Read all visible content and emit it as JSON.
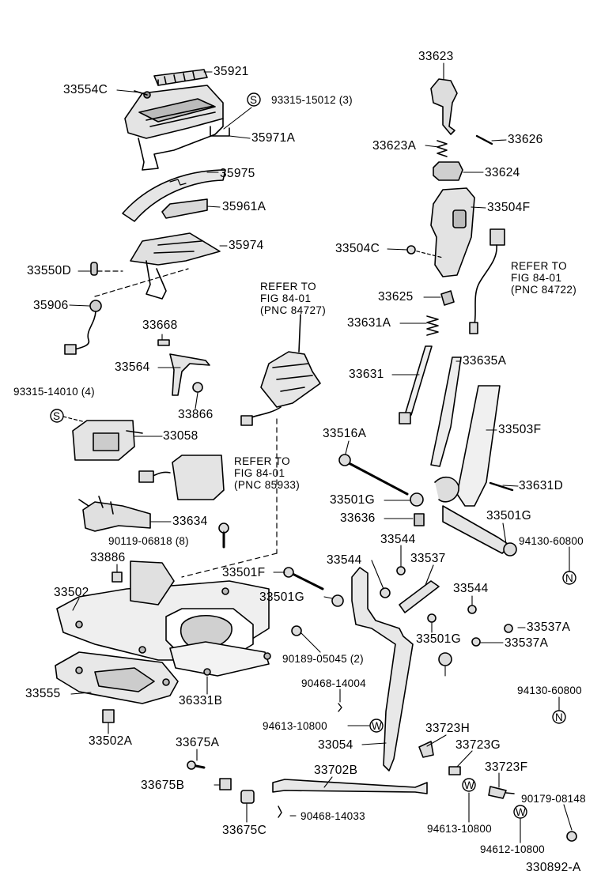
{
  "diagram": {
    "figure_code": "330892-A",
    "part_labels": [
      "33623",
      "35921",
      "33554C",
      "93315-15012 (3)",
      "35971A",
      "33626",
      "33623A",
      "33624",
      "35975",
      "35961A",
      "33504F",
      "33504C",
      "35974",
      "33550D",
      "35906",
      "33625",
      "33631A",
      "33668",
      "33564",
      "33635A",
      "33631",
      "33866",
      "93315-14010 (4)",
      "33058",
      "33516A",
      "33503F",
      "33631D",
      "33501G",
      "33636",
      "33501G",
      "33634",
      "90119-06818 (8)",
      "33544",
      "94130-60800",
      "33886",
      "33537",
      "33501F",
      "33544",
      "33502",
      "33501G",
      "33537A",
      "33537A",
      "33544",
      "90189-05045 (2)",
      "33501G",
      "33555",
      "36331B",
      "90468-14004",
      "94130-60800",
      "33502A",
      "94613-10800",
      "33723H",
      "33675A",
      "33054",
      "33723G",
      "33702B",
      "33723F",
      "33675B",
      "90179-08148",
      "90468-14033",
      "33675C",
      "94613-10800",
      "94612-10800"
    ],
    "refer_notes": [
      {
        "lines": [
          "REFER TO",
          "FIG 84-01",
          "(PNC 84727)"
        ]
      },
      {
        "lines": [
          "REFER TO",
          "FIG 84-01",
          "(PNC 84722)"
        ]
      },
      {
        "lines": [
          "REFER TO",
          "FIG 84-01",
          "(PNC 85933)"
        ]
      }
    ],
    "symbols": {
      "S": "S",
      "N": "N",
      "W": "W"
    }
  }
}
